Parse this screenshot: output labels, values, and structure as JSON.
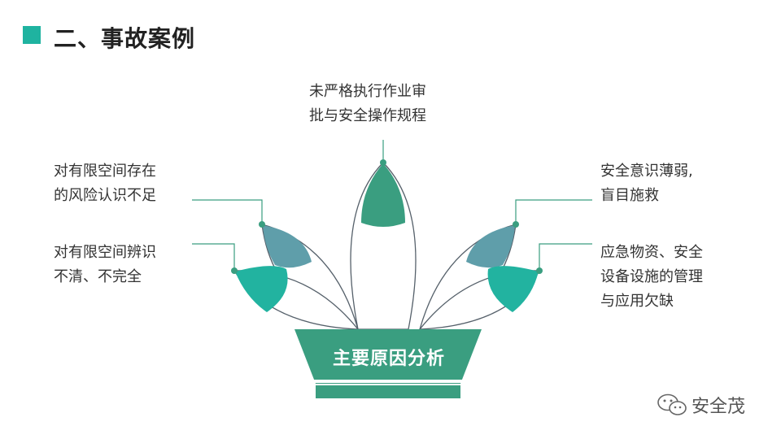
{
  "header": {
    "title": "二、事故案例"
  },
  "diagram": {
    "center_label": "主要原因分析",
    "petals": [
      {
        "id": "top",
        "lines": [
          "未严格执行作业审",
          "批与安全操作规程"
        ],
        "color": "#3a9e80"
      },
      {
        "id": "left-upper",
        "lines": [
          "对有限空间存在",
          "的风险认识不足"
        ],
        "color": "#5f9eaa"
      },
      {
        "id": "left-lower",
        "lines": [
          "对有限空间辨识",
          "不清、不完全"
        ],
        "color": "#22b3a0"
      },
      {
        "id": "right-upper",
        "lines": [
          "安全意识薄弱,",
          "盲目施救"
        ],
        "color": "#5f9eaa"
      },
      {
        "id": "right-lower",
        "lines": [
          "应急物资、安全",
          "设备设施的管理",
          "与应用欠缺"
        ],
        "color": "#22b3a0"
      }
    ],
    "pot_color": "#3a9e80",
    "connector_color": "#3a9e80"
  },
  "watermark": {
    "text": "安全茂",
    "icon": "wechat-icon"
  }
}
